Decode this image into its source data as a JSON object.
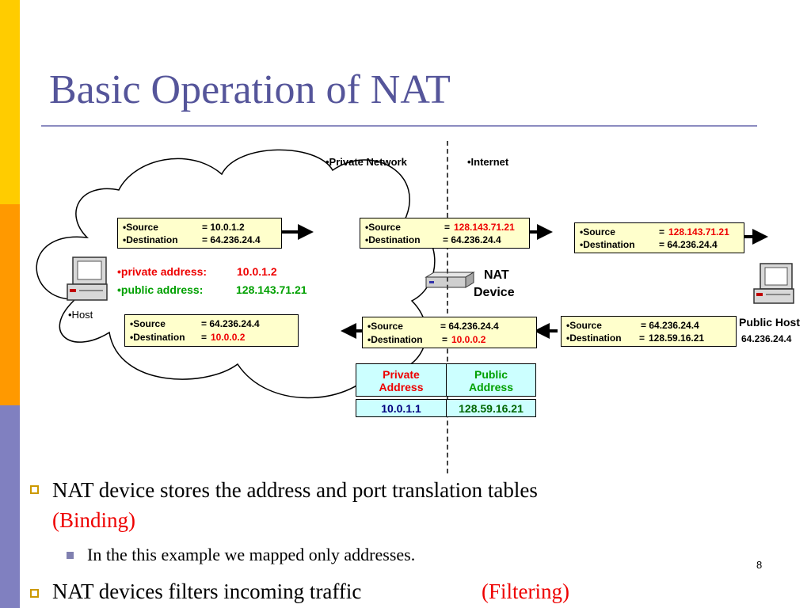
{
  "slide": {
    "title": "Basic Operation of NAT",
    "page_number": "8"
  },
  "diagram": {
    "private_network_label": "•Private Network",
    "internet_label": "•Internet",
    "host_label": "•Host",
    "nat_device_label_1": "NAT",
    "nat_device_label_2": "Device",
    "public_host_label": "Public Host",
    "public_host_addr": "64.236.24.4",
    "private_address_label": "•private address:",
    "private_address_value": "10.0.1.2",
    "public_address_label": "•public address:",
    "public_address_value": "128.143.71.21",
    "packets": {
      "p1": {
        "source_label": "•Source",
        "source_value": "= 10.0.1.2",
        "dest_label": "•Destination",
        "dest_value": "= 64.236.24.4"
      },
      "p2": {
        "source_label": "•Source",
        "source_eq": "=",
        "source_value": "128.143.71.21",
        "dest_label": "•Destination",
        "dest_value": "= 64.236.24.4"
      },
      "p3": {
        "source_label": "•Source",
        "source_eq": "=",
        "source_value": "128.143.71.21",
        "dest_label": "•Destination",
        "dest_value": "= 64.236.24.4"
      },
      "p4": {
        "source_label": "•Source",
        "source_value": "=  64.236.24.4",
        "dest_label": "•Destination",
        "dest_value": "128.59.16.21",
        "dest_eq": "="
      },
      "p5": {
        "source_label": "•Source",
        "source_value": "=  64.236.24.4",
        "dest_label": "•Destination",
        "dest_eq": "=",
        "dest_value": "10.0.0.2"
      },
      "p6": {
        "source_label": "•Source",
        "source_value": "=  64.236.24.4",
        "dest_label": "•Destination",
        "dest_eq": "=",
        "dest_value": "10.0.0.2"
      }
    },
    "table": {
      "headers": [
        "Private\nAddress",
        "Public\nAddress"
      ],
      "header_1_line1": "Private",
      "header_1_line2": "Address",
      "header_2_line1": "Public",
      "header_2_line2": "Address",
      "rows": [
        [
          "10.0.1.1",
          "128.59.16.21"
        ]
      ]
    }
  },
  "bullets": {
    "b1_text": "NAT device stores the address and port translation tables",
    "b1_highlight": "(Binding)",
    "b2_text": "In the this example we mapped only addresses.",
    "b3_text": "NAT devices filters incoming traffic",
    "b3_highlight": "(Filtering)"
  },
  "colors": {
    "title": "#55559a",
    "packet_bg": "#ffffcc",
    "table_bg": "#ccffff",
    "highlight_red": "#ee0000",
    "highlight_green": "#00a000",
    "sidebar": [
      "#ffcc00",
      "#ff9900",
      "#8080c0"
    ]
  }
}
